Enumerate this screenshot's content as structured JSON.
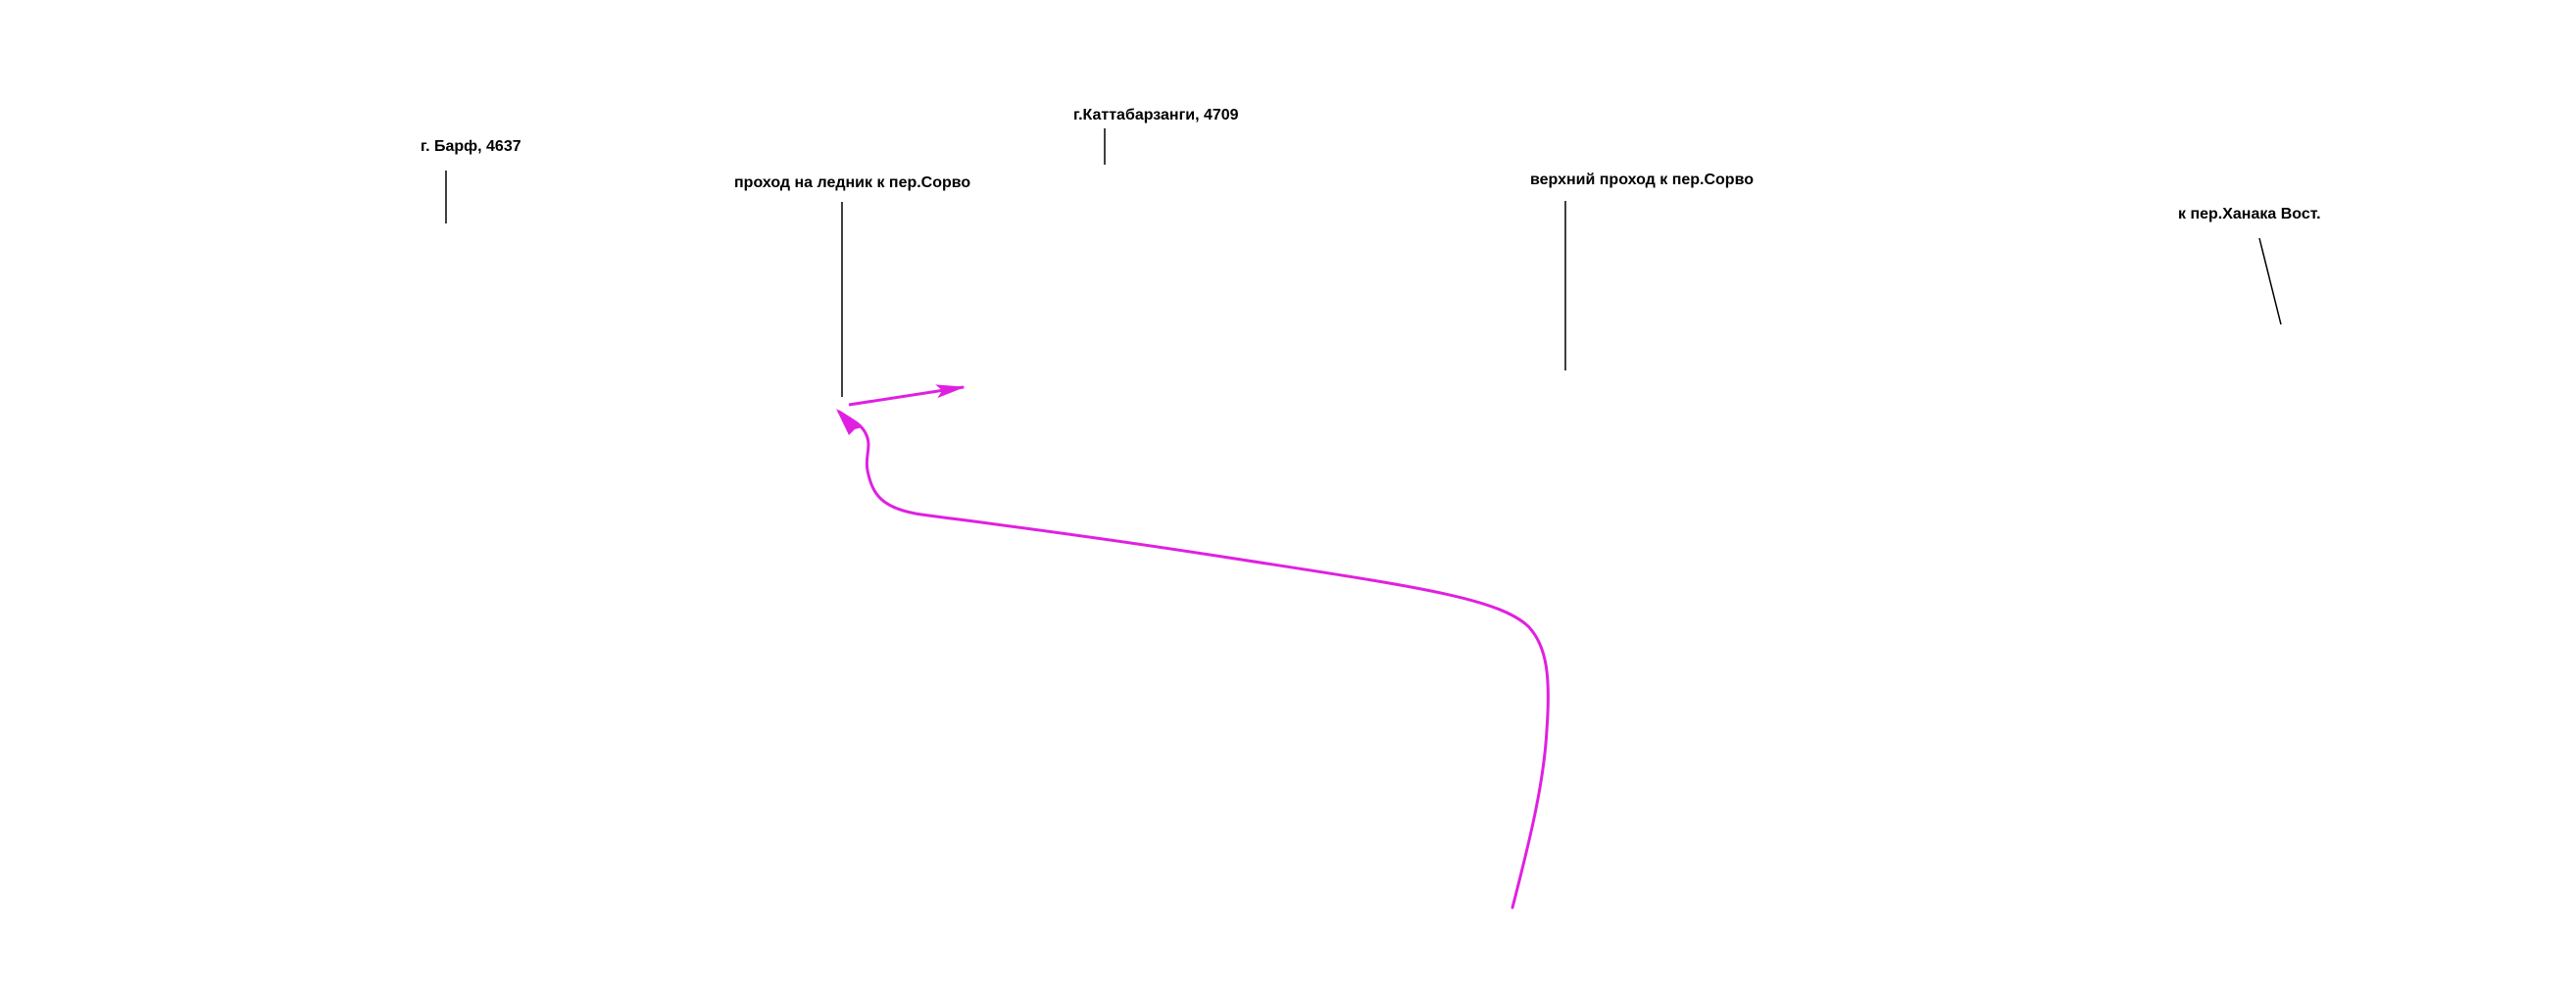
{
  "colors": {
    "route": "#e020e0",
    "leader": "#000000",
    "background": "#ffffff"
  },
  "labels": {
    "barf": "г. Барф, 4637",
    "kattabarzangi": "г.Каттабарзанги,  4709",
    "sorvo_glacier": "проход на ледник к пер.Сорво",
    "sorvo_upper": "верхний проход к пер.Сорво",
    "khanaka": "к пер.Ханака Вост."
  }
}
